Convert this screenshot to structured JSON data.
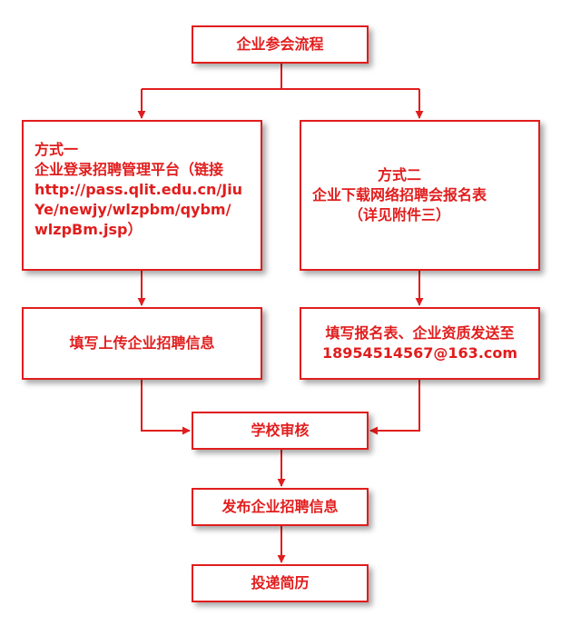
{
  "title": "企业参会流程",
  "method1": {
    "heading": "方式一",
    "line1": "企业登录招聘管理平台（链接",
    "line2": "http://pass.qlit.edu.cn/Jiu",
    "line3": "Ye/newjy/wlzpbm/qybm/",
    "line4": "wlzpBm.jsp）"
  },
  "method2": {
    "heading": "方式二",
    "line1": "企业下载网络招聘会报名表",
    "line2": "（详见附件三）"
  },
  "step_fill1": "填写上传企业招聘信息",
  "step_fill2": {
    "line1": "填写报名表、企业资质发送至",
    "line2": "18954514567@163.com"
  },
  "step_review": "学校审核",
  "step_publish": "发布企业招聘信息",
  "step_resume": "投递简历",
  "colors": {
    "accent": "#e11d1d"
  }
}
